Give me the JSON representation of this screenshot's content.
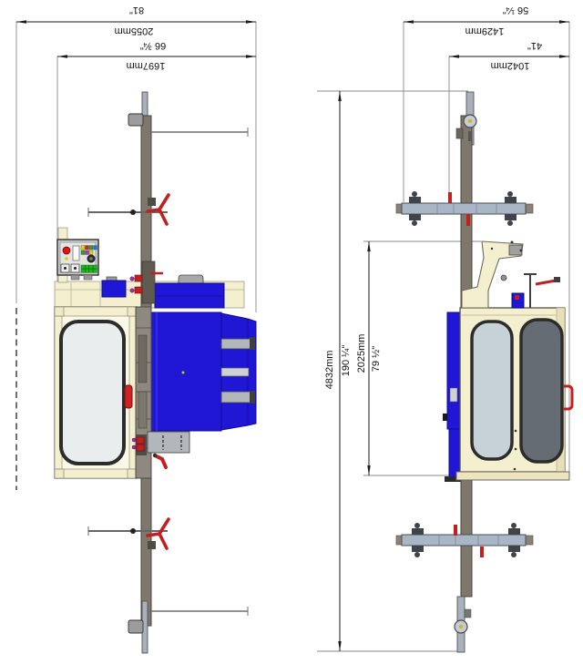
{
  "drawing": {
    "type": "technical-2-view-drawing",
    "views": [
      "plan-view",
      "side-view"
    ]
  },
  "dims": {
    "plan": [
      {
        "inches": "81\"",
        "mm": "2055mm"
      },
      {
        "inches": "66 ¾\"",
        "mm": "1697mm"
      }
    ],
    "side_width": [
      {
        "inches": "56 ¼\"",
        "mm": "1429mm"
      },
      {
        "inches": "41\"",
        "mm": "1042mm"
      }
    ],
    "side_height": [
      {
        "mm": "4832mm",
        "inches": "190 ¼\""
      },
      {
        "mm": "2025mm",
        "inches": "79 ½\""
      }
    ]
  },
  "colors": {
    "machine_blue": "#2016d6",
    "cabin_cream": "#f3efcf",
    "cabin_cream_dark": "#e7e0b6",
    "accent_red": "#c41f1f",
    "mast_gray": "#7e786c",
    "tie_beam_blue": "#a9b6c6",
    "glass_light": "#e9edee",
    "glass_mid": "#c7d1d8",
    "glass_dark": "#666c73"
  }
}
